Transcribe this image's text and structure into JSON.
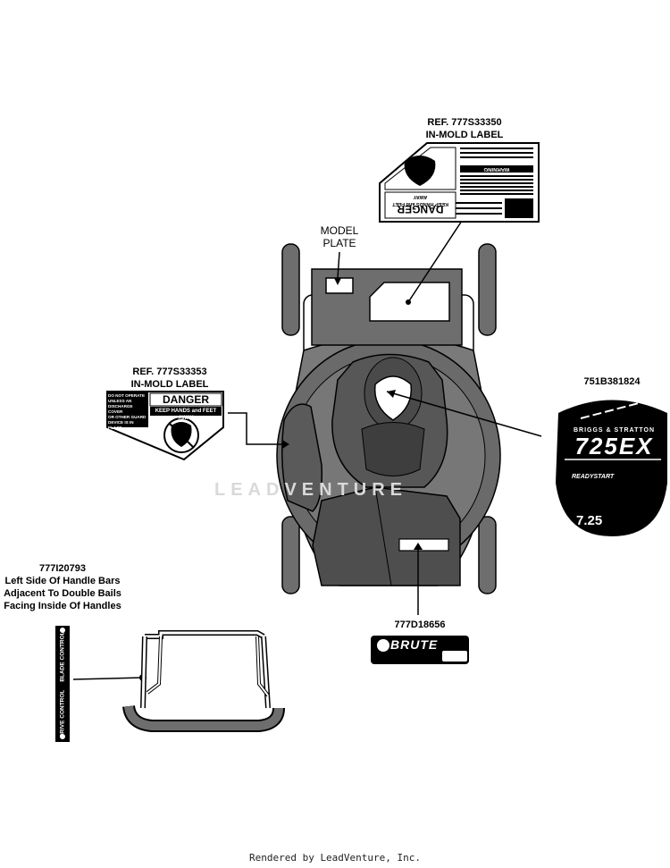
{
  "callouts": {
    "ref_350": {
      "part": "REF. 777S33350",
      "desc": "IN-MOLD LABEL"
    },
    "model_plate": {
      "line1": "MODEL",
      "line2": "PLATE"
    },
    "ref_353": {
      "part": "REF. 777S33353",
      "desc": "IN-MOLD LABEL"
    },
    "engine_decal": {
      "part": "751B381824"
    },
    "handle_decal": {
      "part": "777I20793",
      "line1": "Left Side Of Handle Bars",
      "line2": "Adjacent To Double Bails",
      "line3": "Facing Inside Of Handles"
    },
    "brute_decal": {
      "part": "777D18656"
    }
  },
  "decals": {
    "danger_small": {
      "title": "DANGER",
      "subtitle": "KEEP HANDS and FEET AWAY",
      "side_text": [
        "DO NOT OPERATE",
        "UNLESS AN",
        "DISCHARGE COVER",
        "OR OTHER GUARD",
        "DEVICE IS IN",
        "PLACE"
      ]
    },
    "danger_large": {
      "title": "DANGER",
      "subtitle": "KEEP HANDS and FEET AWAY",
      "warning": "WARNING"
    },
    "engine": {
      "brand": "BRIGGS & STRATTON",
      "model": "725EX",
      "series": "READYSTART",
      "torque": "7.25"
    },
    "brute": {
      "brand": "BRUTE"
    },
    "handle_strip": {
      "top": "BLADE CONTROL",
      "bottom": "DRIVE CONTROL"
    }
  },
  "watermark": "LEADVENTURE",
  "footer": "Rendered by LeadVenture, Inc.",
  "colors": {
    "body": "#6e6e6e",
    "dark": "#2a2a2a",
    "line": "#000000"
  }
}
